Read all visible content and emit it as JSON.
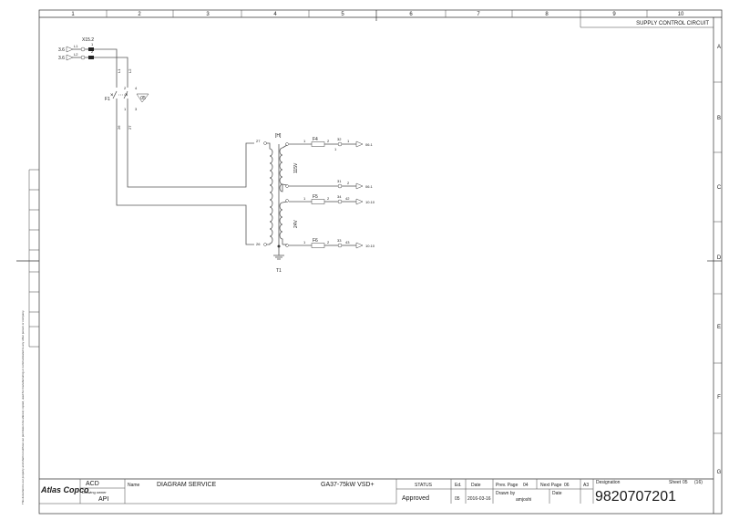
{
  "sheet": {
    "column_numbers": [
      "1",
      "2",
      "3",
      "4",
      "5",
      "6",
      "7",
      "8",
      "9",
      "10"
    ],
    "row_letters": [
      "A",
      "B",
      "C",
      "D",
      "E",
      "F",
      "G"
    ],
    "header_title": "SUPPLY CONTROL CIRCUIT"
  },
  "schematic": {
    "connector_name": "X15.2",
    "conn_pin_1": "1",
    "conn_pin_2": "2",
    "in_ref_1": "3.6",
    "in_ref_2": "3.6",
    "in_wire_1": "L1",
    "in_wire_2": "L2",
    "wire_l1": "L1",
    "wire_l2": "L2",
    "fuse_f1": "F1",
    "f1_pin_2": "2",
    "f1_pin_4": "4",
    "f1_pin_1": "1",
    "f1_pin_3": "3",
    "f1_ref": "05",
    "wire_26": "26",
    "wire_27": "27",
    "transformer_label": "[H]",
    "transformer_name": "T1",
    "primary_top": "27",
    "primary_bottom": "26",
    "voltage_115": "115V",
    "voltage_24": "24V",
    "fuse_f4": "F4",
    "fuse_f5": "F5",
    "fuse_f6": "F6",
    "f4_pin_in": "1",
    "f4_pin_out": "2",
    "f5_pin_in": "1",
    "f5_pin_out": "2",
    "f6_pin_in": "1",
    "f6_pin_out": "2",
    "term_32": "32",
    "term_31": "31",
    "term_34": "34",
    "term_33": "33",
    "wire_1": "1",
    "wire_2": "2",
    "wire_42": "42",
    "wire_43": "43",
    "wire_1_sub": "1",
    "out_ref_1": "06.1",
    "out_ref_2": "06.1",
    "out_ref_3": "10.10",
    "out_ref_4": "10.10"
  },
  "side_note": "This document is our property and shall not without our permission be altered, copied, used for manufacturing or communicated to any other person or company.",
  "title_block": {
    "logo": "Atlas Copco",
    "department": "ACD",
    "drawing_owner_label": "Drawing owner",
    "drawing_owner": "API",
    "name_label": "Name",
    "name": "DIAGRAM SERVICE",
    "model": "GA37-75kW VSD+",
    "status_label": "STATUS",
    "status": "Approved",
    "ed_label": "Ed.",
    "ed": "05",
    "date_label": "Date",
    "date": "2016-03-16",
    "prev_page_label": "Prev. Page",
    "prev_page": "04",
    "next_page_label": "Next Page",
    "next_page": "06",
    "drawn_by_label": "Drawn by",
    "drawn_by": "amjoshi",
    "date2_label": "Date",
    "format": "A3",
    "designation_label": "Designation",
    "sheet_label": "Sheet",
    "sheet": "05",
    "sheet_total": "(16)",
    "designation": "9820707201"
  }
}
